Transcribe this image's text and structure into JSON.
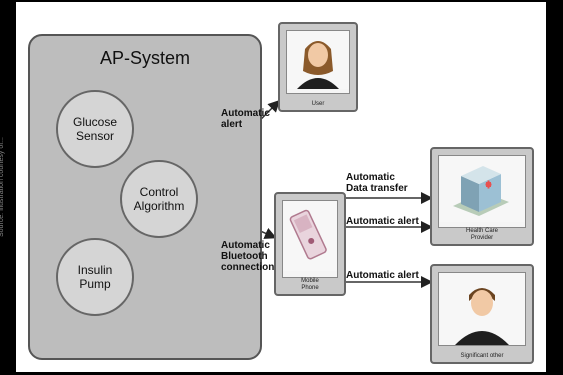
{
  "side_note": "Source: Illustration courtesy of...",
  "system": {
    "title": "AP-System"
  },
  "nodes": {
    "glucose_sensor": "Glucose\nSensor",
    "control_algorithm": "Control\nAlgorithm",
    "insulin_pump": "Insulin\nPump",
    "user_caption": "User",
    "mobile_caption": "Mobile\nPhone",
    "provider_caption": "Health Care\nProvider",
    "significant_other_caption": "Significant other"
  },
  "edges": {
    "automatic_alert_top": "Automatic\nalert",
    "automatic_bluetooth": "Automatic\nBluetooth\nconnection",
    "automatic_data_transfer": "Automatic\nData transfer",
    "automatic_alert_mid": "Automatic alert",
    "automatic_alert_bottom": "Automatic alert"
  },
  "colors": {
    "panel": "#bdbdbd",
    "circle": "#d5d5d5",
    "stroke": "#555555"
  }
}
